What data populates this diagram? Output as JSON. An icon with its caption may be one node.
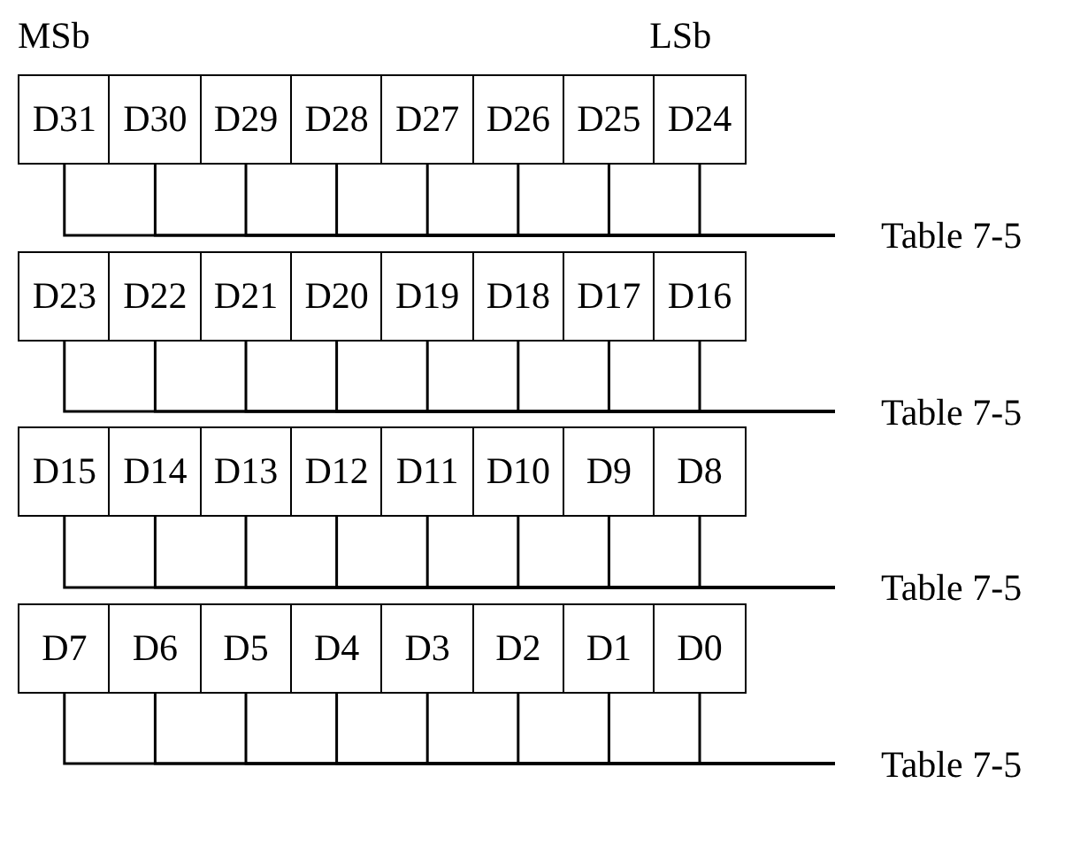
{
  "diagram": {
    "nodes": [
      {
        "text": [
          "D31"
        ]
      },
      {
        "text": [
          "D30"
        ]
      },
      {
        "text": [
          "D29"
        ]
      },
      {
        "text": [
          "D28"
        ]
      },
      {
        "text": [
          "D27"
        ]
      },
      {
        "text": [
          "D26"
        ]
      },
      {
        "text": [
          "D25"
        ]
      },
      {
        "text": [
          "D24"
        ]
      },
      {
        "text": [
          "Table 7-5"
        ]
      },
      {
        "text": [
          "D23"
        ]
      },
      {
        "text": [
          "D22"
        ]
      },
      {
        "text": [
          "D21"
        ]
      },
      {
        "text": [
          "D20"
        ]
      },
      {
        "text": [
          "D19"
        ]
      },
      {
        "text": [
          "D18"
        ]
      },
      {
        "text": [
          "D17"
        ]
      },
      {
        "text": [
          "D16"
        ]
      },
      {
        "text": [
          "Table 7-5"
        ]
      },
      {
        "text": [
          "D15"
        ]
      },
      {
        "text": [
          "D14"
        ]
      },
      {
        "text": [
          "D13"
        ]
      },
      {
        "text": [
          "D12"
        ]
      },
      {
        "text": [
          "D11"
        ]
      },
      {
        "text": [
          "D10"
        ]
      },
      {
        "text": [
          "D9"
        ]
      },
      {
        "text": [
          "D8"
        ]
      },
      {
        "text": [
          "Table 7-5"
        ]
      },
      {
        "text": [
          "D7"
        ]
      },
      {
        "text": [
          "D6"
        ]
      },
      {
        "text": [
          "D5"
        ]
      },
      {
        "text": [
          "D4"
        ]
      },
      {
        "text": [
          "D3"
        ]
      },
      {
        "text": [
          "D2"
        ]
      },
      {
        "text": [
          "D1"
        ]
      },
      {
        "text": [
          "D0"
        ]
      },
      {
        "text": [
          "Table 7-5"
        ]
      }
    ],
    "edges": [
      {
        "from": 0,
        "to": 8,
        "arrow": "none"
      },
      {
        "from": 1,
        "to": 8,
        "arrow": "none"
      },
      {
        "from": 2,
        "to": 8,
        "arrow": "none"
      },
      {
        "from": 3,
        "to": 8,
        "arrow": "none"
      },
      {
        "from": 4,
        "to": 8,
        "arrow": "none"
      },
      {
        "from": 5,
        "to": 8,
        "arrow": "none"
      },
      {
        "from": 6,
        "to": 8,
        "arrow": "none"
      },
      {
        "from": 7,
        "to": 8,
        "arrow": "none"
      },
      {
        "from": 9,
        "to": 17,
        "arrow": "none"
      },
      {
        "from": 10,
        "to": 17,
        "arrow": "none"
      },
      {
        "from": 11,
        "to": 17,
        "arrow": "none"
      },
      {
        "from": 12,
        "to": 17,
        "arrow": "none"
      },
      {
        "from": 13,
        "to": 17,
        "arrow": "none"
      },
      {
        "from": 14,
        "to": 17,
        "arrow": "none"
      },
      {
        "from": 15,
        "to": 17,
        "arrow": "none"
      },
      {
        "from": 16,
        "to": 17,
        "arrow": "none"
      },
      {
        "from": 18,
        "to": 26,
        "arrow": "none"
      },
      {
        "from": 19,
        "to": 26,
        "arrow": "none"
      },
      {
        "from": 20,
        "to": 26,
        "arrow": "none"
      },
      {
        "from": 21,
        "to": 26,
        "arrow": "none"
      },
      {
        "from": 22,
        "to": 26,
        "arrow": "none"
      },
      {
        "from": 23,
        "to": 26,
        "arrow": "none"
      },
      {
        "from": 24,
        "to": 26,
        "arrow": "none"
      },
      {
        "from": 25,
        "to": 26,
        "arrow": "none"
      },
      {
        "from": 27,
        "to": 35,
        "arrow": "none"
      },
      {
        "from": 28,
        "to": 35,
        "arrow": "none"
      },
      {
        "from": 29,
        "to": 35,
        "arrow": "none"
      },
      {
        "from": 30,
        "to": 35,
        "arrow": "none"
      },
      {
        "from": 31,
        "to": 35,
        "arrow": "none"
      },
      {
        "from": 32,
        "to": 35,
        "arrow": "none"
      },
      {
        "from": 33,
        "to": 35,
        "arrow": "none"
      },
      {
        "from": 34,
        "to": 35,
        "arrow": "none"
      }
    ],
    "labels": [
      "MSb",
      "LSb"
    ]
  }
}
